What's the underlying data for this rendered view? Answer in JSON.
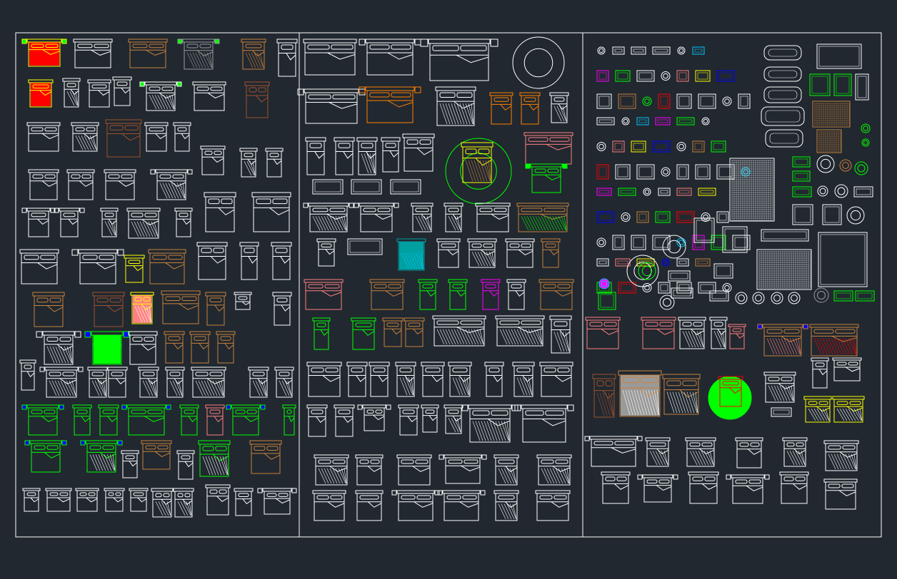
{
  "canvas": {
    "background": "#212830",
    "line_color": "#ffffff",
    "palette": {
      "white": "#ffffff",
      "yellow": "#ffff00",
      "red": "#ff0000",
      "green": "#00ff00",
      "orange": "#ff7f00",
      "brown": "#a0522d",
      "tan": "#c8823c",
      "salmon": "#ff8080",
      "magenta": "#ff00ff",
      "cyan": "#00c8ff",
      "blue": "#0000ff",
      "teal": "#00a0a0",
      "gray": "#9a9a9a"
    }
  },
  "panels": [
    {
      "id": "left",
      "content": "bed-symbols",
      "symbol_set": "beds-left"
    },
    {
      "id": "middle",
      "content": "bed-symbols",
      "symbol_set": "beds-middle"
    },
    {
      "id": "right",
      "content": "furniture-and-bed-symbols",
      "symbol_set": "beds-right"
    }
  ]
}
